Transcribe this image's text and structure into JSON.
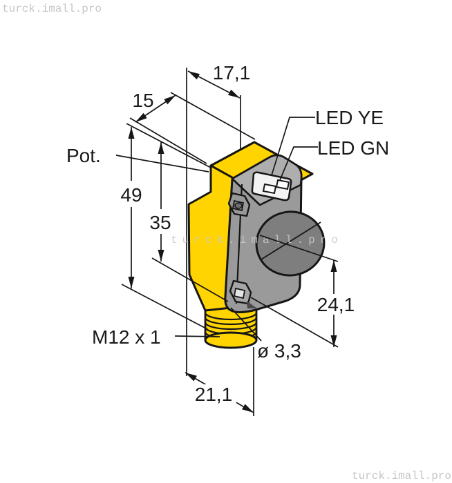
{
  "watermark": {
    "text": "turck.imall.pro"
  },
  "drawing": {
    "kind": "dimensional technical drawing",
    "subject": "photoelectric sensor, yellow housing with gray sensing head and M12 threaded barrel connector",
    "callouts": {
      "pot": "Pot.",
      "led_yellow": "LED YE",
      "led_green": "LED GN",
      "thread_size": "M12 x 1",
      "hole_diameter": "ø 3,3"
    },
    "dimensions_mm": {
      "top_width": "17,1",
      "top_depth": "15",
      "overall_height": "49",
      "body_height": "35",
      "front_height": "24,1",
      "connector_width": "21,1"
    },
    "colors": {
      "housing_yellow": "#ffd400",
      "front_gray": "#9a9a9a",
      "lens_gray": "#7e7e7e",
      "outline": "#161616"
    }
  }
}
